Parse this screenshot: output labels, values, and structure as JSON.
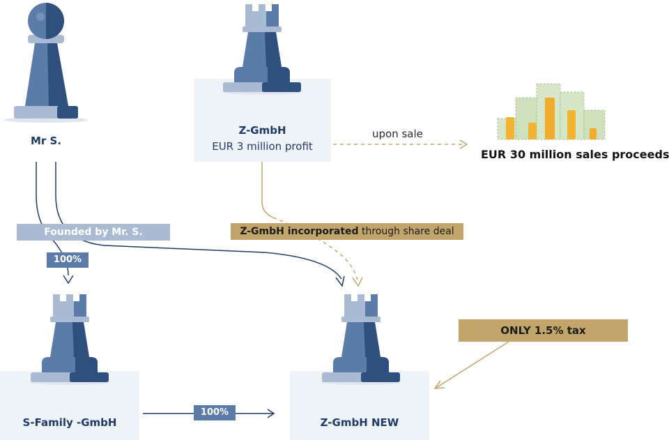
{
  "nodes": {
    "mr_s": {
      "name": "Mr S.",
      "piece": "pawn"
    },
    "z_gmbh": {
      "name": "Z-GmbH",
      "subtitle": "EUR 3 million profit",
      "piece": "rook"
    },
    "proceeds": {
      "label": "EUR 30 million sales proceeds",
      "icon": "money-stack-icon"
    },
    "s_family": {
      "name": "S-Family -GmbH",
      "piece": "rook"
    },
    "z_gmbh_new": {
      "name": "Z-GmbH NEW",
      "piece": "rook"
    }
  },
  "edges": {
    "upon_sale": "upon sale",
    "founded_by": "Founded by Mr. S.",
    "share_100_top": "100%",
    "share_100_bottom": "100%",
    "incorporated_bold": "Z-GmbH incorporated",
    "incorporated_rest": " through share deal",
    "only_tax": "ONLY 1.5% tax"
  },
  "colors": {
    "navy": "#1f3a63",
    "piece_main": "#5b7ca8",
    "piece_light": "#a9bbd3",
    "piece_dark": "#2f4f7f",
    "gold": "#c2a56a",
    "panel_bg": "#eef3f8"
  }
}
